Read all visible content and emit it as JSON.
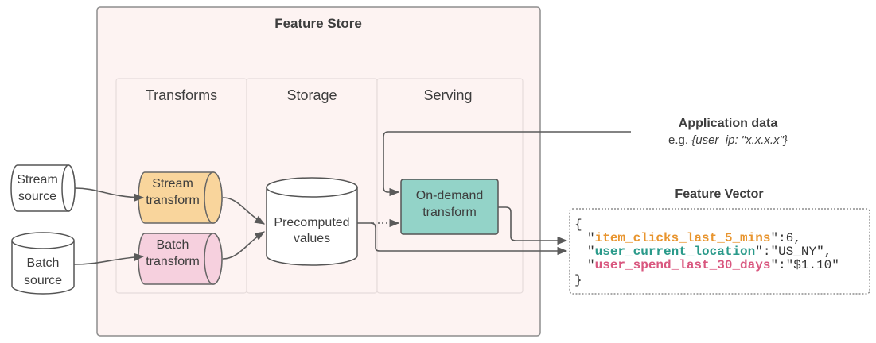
{
  "title": "Feature Store",
  "lanes": [
    {
      "label": "Transforms"
    },
    {
      "label": "Storage"
    },
    {
      "label": "Serving"
    }
  ],
  "sources": {
    "stream": {
      "line1": "Stream",
      "line2": "source"
    },
    "batch": {
      "line1": "Batch",
      "line2": "source"
    }
  },
  "transforms": {
    "stream": {
      "line1": "Stream",
      "line2": "transform"
    },
    "batch": {
      "line1": "Batch",
      "line2": "transform"
    }
  },
  "storage": {
    "line1": "Precomputed",
    "line2": "values"
  },
  "on_demand": {
    "line1": "On-demand",
    "line2": "transform"
  },
  "application_data": {
    "title": "Application data",
    "prefix": "e.g. ",
    "example": "{user_ip: \"x.x.x.x\"}"
  },
  "feature_vector": {
    "title": "Feature Vector",
    "open_brace": "{",
    "close_brace": "}",
    "entries": [
      {
        "key": "item_clicks_last_5_mins",
        "value": ":6,",
        "color": "#e8952f"
      },
      {
        "key": "user_current_location",
        "value": ":\"US_NY\",",
        "color": "#2a9a8a"
      },
      {
        "key": "user_spend_last_30_days",
        "value": ":\"$1.10\"",
        "color": "#d9577f"
      }
    ]
  },
  "colors": {
    "store_bg": "#fdf3f2",
    "stream_transform": "#f9d59c",
    "batch_transform": "#f6d0de",
    "on_demand": "#93d3c8"
  }
}
